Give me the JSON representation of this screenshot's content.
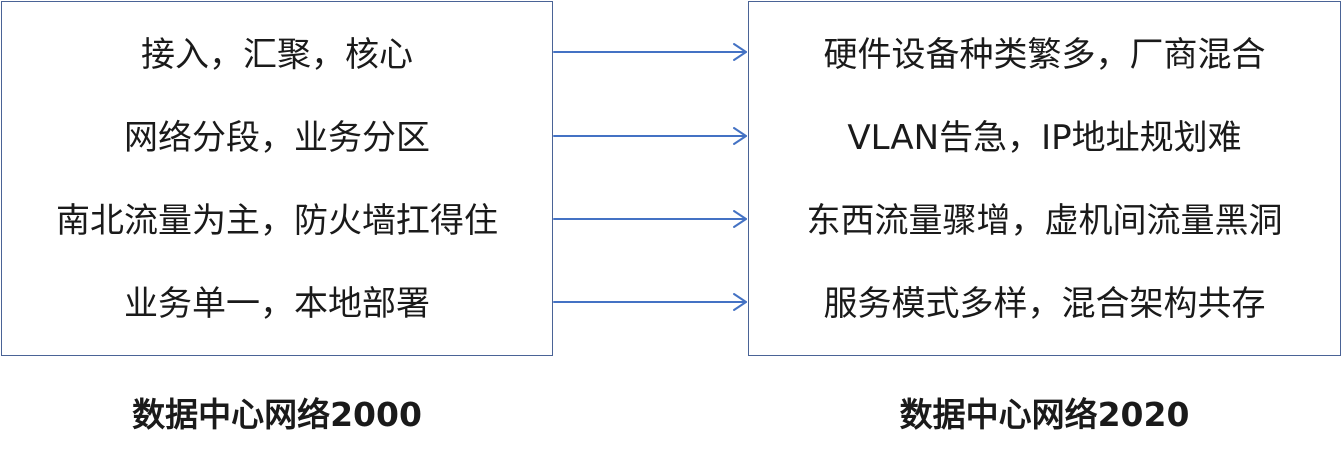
{
  "colors": {
    "border": "#4a6396",
    "arrow": "#4472c4",
    "text": "#1a1a1a"
  },
  "left": {
    "lines": [
      "接入，汇聚，核心",
      "网络分段，业务分区",
      "南北流量为主，防火墙扛得住",
      "业务单一，本地部署"
    ],
    "caption": "数据中心网络2000"
  },
  "right": {
    "lines": [
      "硬件设备种类繁多，厂商混合",
      "VLAN告急，IP地址规划难",
      "东西流量骤增，虚机间流量黑洞",
      "服务模式多样，混合架构共存"
    ],
    "caption": "数据中心网络2020"
  }
}
